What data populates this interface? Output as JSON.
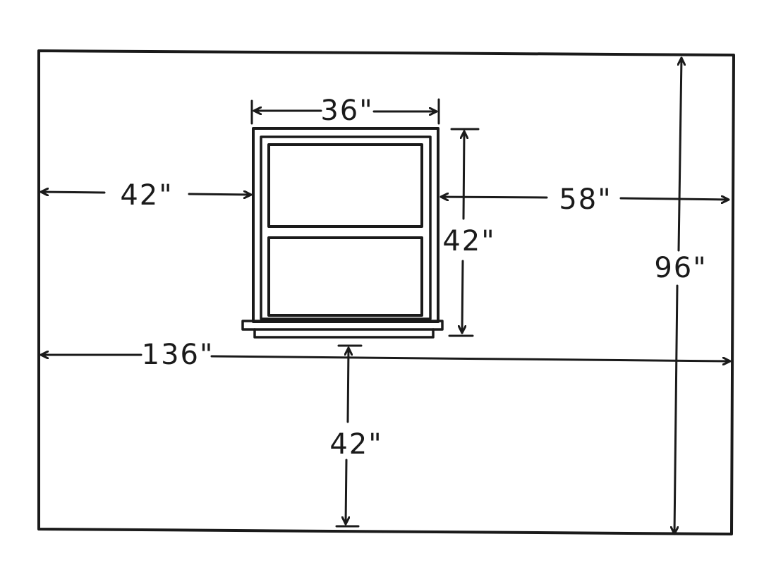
{
  "dimensions": {
    "window_width": "36\"",
    "left_offset": "42\"",
    "right_offset": "58\"",
    "window_height": "42\"",
    "wall_height": "96\"",
    "wall_width": "136\"",
    "sill_height": "42\""
  },
  "colors": {
    "ink": "#1a1a1a",
    "background": "#ffffff"
  }
}
